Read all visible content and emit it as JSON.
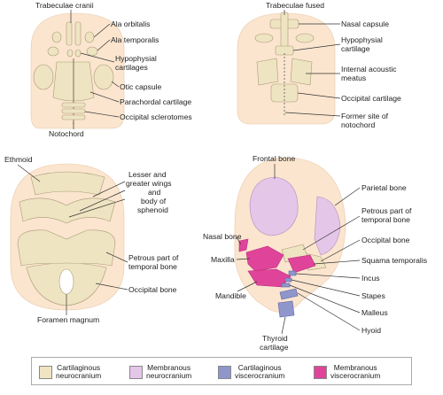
{
  "panel_a": {
    "labels": {
      "trabeculae_cranii": "Trabeculae cranii",
      "ala_orbitalis": "Ala orbitalis",
      "ala_temporalis": "Ala temporalis",
      "hypophysial_cartilages_1": "Hypophysial",
      "hypophysial_cartilages_2": "cartilages",
      "otic_capsule": "Otic capsule",
      "parachordal_cartilage": "Parachordal cartilage",
      "occipital_sclerotomes": "Occipital sclerotomes",
      "notochord": "Notochord"
    }
  },
  "panel_b": {
    "labels": {
      "trabeculae_fused": "Trabeculae fused",
      "nasal_capsule": "Nasal capsule",
      "hypophysial_cartilage_1": "Hypophysial",
      "hypophysial_cartilage_2": "cartilage",
      "internal_acoustic_meatus_1": "Internal acoustic",
      "internal_acoustic_meatus_2": "meatus",
      "occipital_cartilage": "Occipital cartilage",
      "former_site_1": "Former site of",
      "former_site_2": "notochord"
    }
  },
  "panel_c": {
    "labels": {
      "ethmoid": "Ethmoid",
      "wings_1": "Lesser and",
      "wings_2": "greater wings",
      "wings_3": "and",
      "wings_4": "body of",
      "wings_5": "sphenoid",
      "petrous_1": "Petrous part of",
      "petrous_2": "temporal bone",
      "occipital_bone": "Occipital bone",
      "foramen_magnum": "Foramen magnum"
    }
  },
  "panel_d": {
    "labels": {
      "frontal_bone": "Frontal bone",
      "parietal_bone": "Parietal bone",
      "petrous_1": "Petrous part of",
      "petrous_2": "temporal bone",
      "nasal_bone": "Nasal bone",
      "occipital_bone": "Occipital bone",
      "maxilla": "Maxilla",
      "squama_temporalis": "Squama temporalis",
      "incus": "Incus",
      "mandible": "Mandible",
      "stapes": "Stapes",
      "malleus": "Malleus",
      "thyroid_1": "Thyroid",
      "thyroid_2": "cartilage",
      "hyoid": "Hyoid"
    }
  },
  "legend": [
    {
      "line1": "Cartilaginous",
      "line2": "neurocranium",
      "color": "#efe4c2"
    },
    {
      "line1": "Membranous",
      "line2": "neurocranium",
      "color": "#e4c6e8"
    },
    {
      "line1": "Cartilaginous",
      "line2": "viscerocranium",
      "color": "#8f96cc"
    },
    {
      "line1": "Membranous",
      "line2": "viscerocranium",
      "color": "#e0449a"
    }
  ]
}
